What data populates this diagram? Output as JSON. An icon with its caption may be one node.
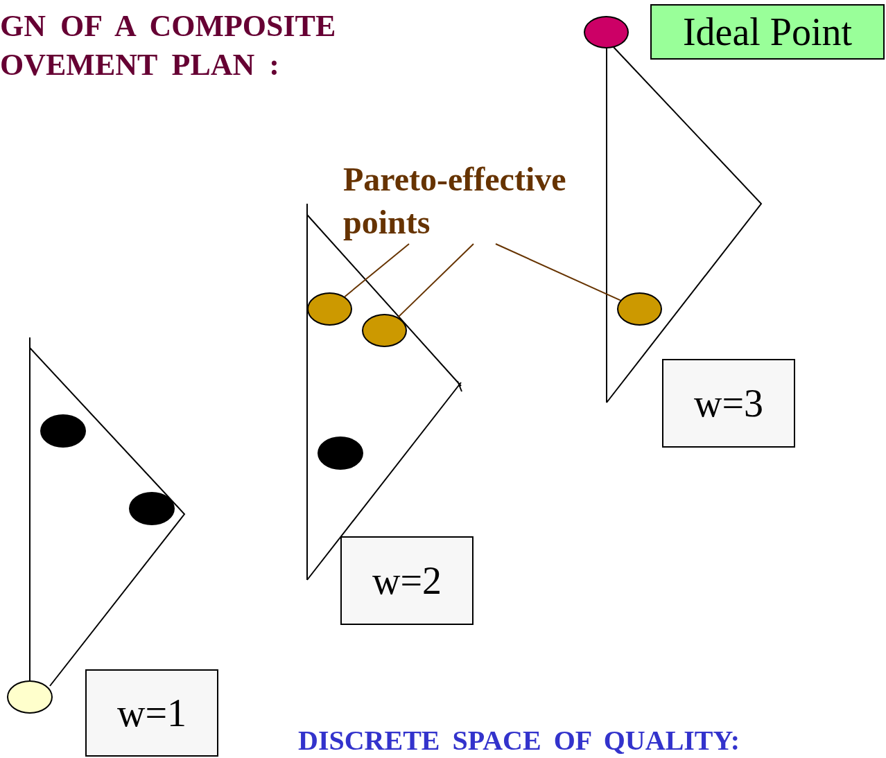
{
  "diagram": {
    "title": "GN OF A COMPOSITE OVEMENT PLAN :",
    "nodes": [
      {
        "text": [],
        "shape": "circle"
      },
      {
        "text": [
          "Ideal Point"
        ]
      },
      {
        "text": [
          "Pareto-effective points"
        ]
      },
      {
        "text": [],
        "shape": "circle"
      },
      {
        "text": [],
        "shape": "circle"
      },
      {
        "text": [],
        "shape": "circle"
      },
      {
        "text": [
          "w=3"
        ]
      },
      {
        "text": [],
        "shape": "circle"
      },
      {
        "text": [],
        "shape": "circle"
      },
      {
        "text": [],
        "shape": "circle"
      },
      {
        "text": [
          "w=2"
        ]
      },
      {
        "text": [],
        "shape": "circle"
      },
      {
        "text": [
          "w=1"
        ]
      }
    ],
    "edges": [
      {
        "from": 2,
        "to": 3,
        "arrow": "none"
      },
      {
        "from": 2,
        "to": 4,
        "arrow": "none"
      },
      {
        "from": 2,
        "to": 5,
        "arrow": "none"
      }
    ],
    "labels": [
      "DISCRETE SPACE OF QUALITY:"
    ]
  }
}
